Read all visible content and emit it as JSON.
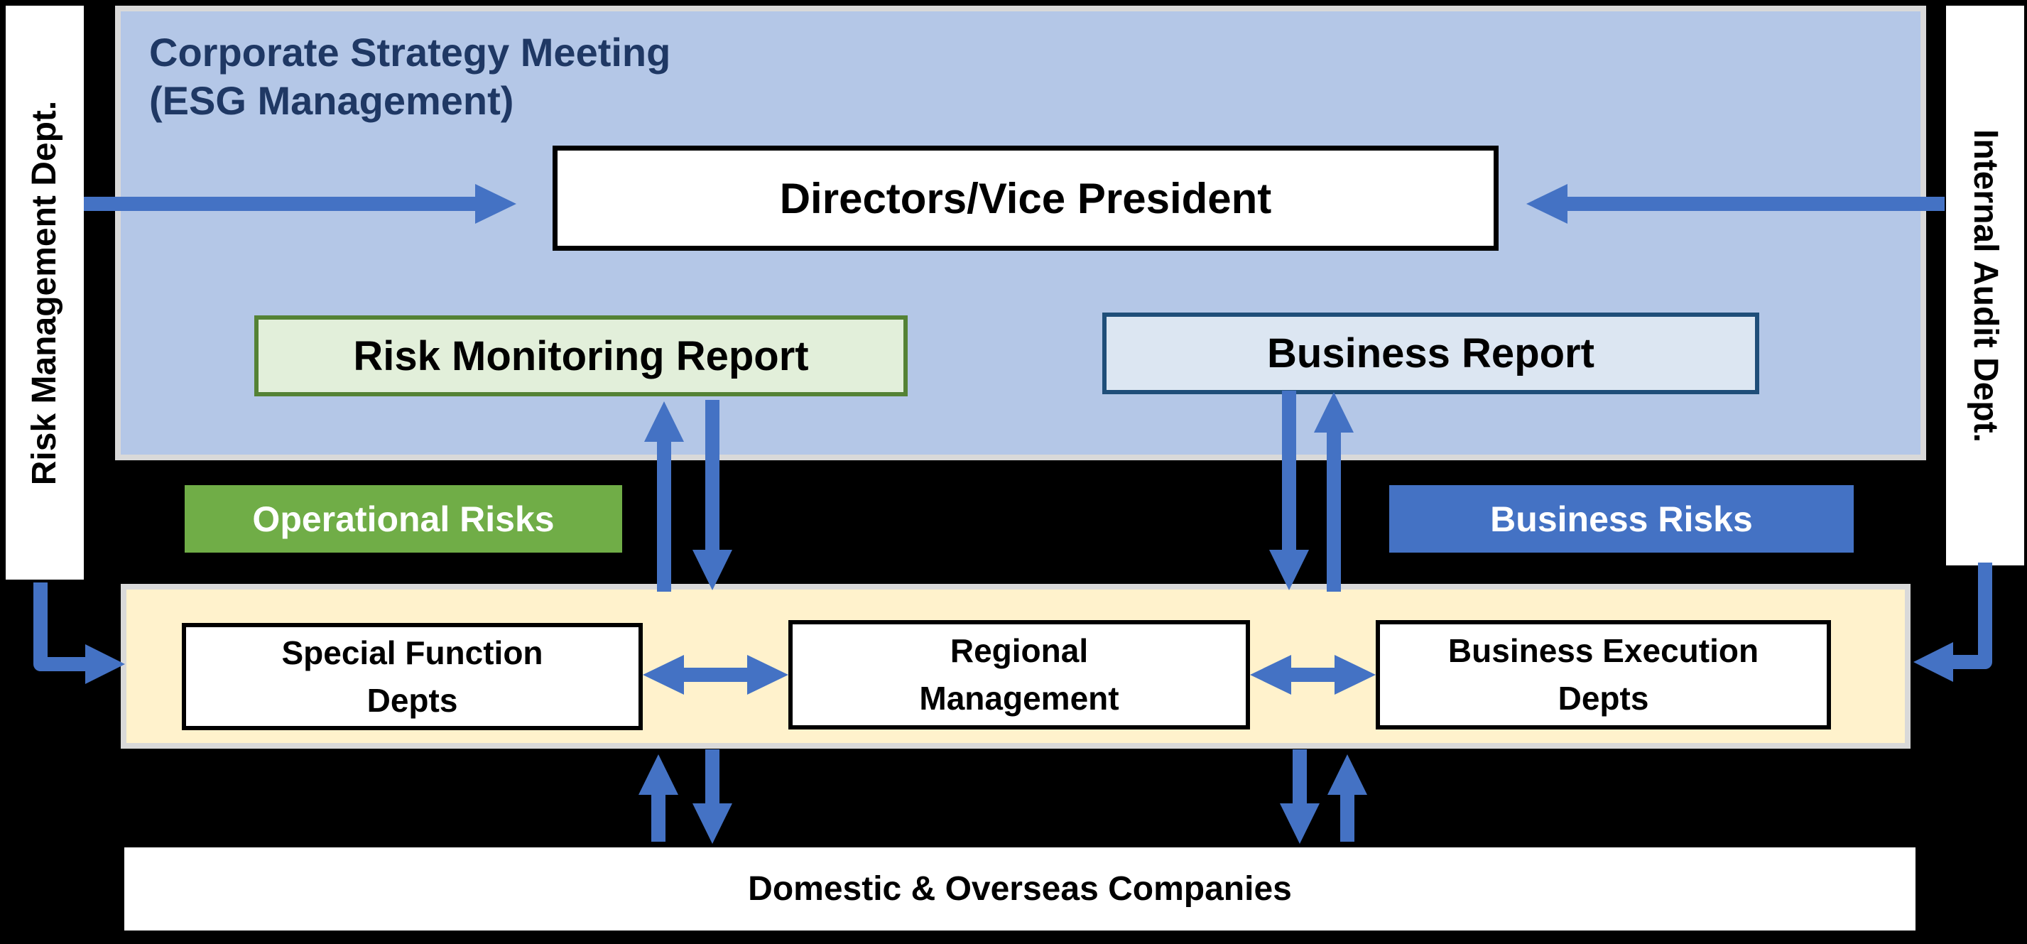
{
  "colors": {
    "background": "#000000",
    "arrow_blue": "#4472C4",
    "panel_blue": "#B4C7E7",
    "panel_border": "#D9D9D9",
    "title_navy": "#1F3864",
    "green_label_bg": "#70AD47",
    "blue_label_bg": "#4472C4",
    "risk_report_bg": "#E2EFDA",
    "risk_report_border": "#548235",
    "business_report_bg": "#DCE6F2",
    "business_report_border": "#1F4E79",
    "yellow_band_bg": "#FFF2CC",
    "yellow_band_border": "#D9D9D9",
    "box_white": "#FFFFFF",
    "text_black": "#000000",
    "text_white": "#FFFFFF"
  },
  "side_labels": {
    "left": "Risk Management Dept.",
    "right": "Internal Audit Dept."
  },
  "strategy_panel": {
    "title_line1": "Corporate Strategy Meeting",
    "title_line2": "(ESG Management)",
    "directors_box": "Directors/Vice President",
    "risk_monitoring_report": "Risk Monitoring Report",
    "business_report": "Business Report"
  },
  "risk_labels": {
    "operational": "Operational Risks",
    "business": "Business Risks"
  },
  "execution_band": {
    "boxes": [
      {
        "line1": "Special Function",
        "line2": "Depts"
      },
      {
        "line1": "Regional",
        "line2": "Management"
      },
      {
        "line1": "Business Execution",
        "line2": "Depts"
      }
    ]
  },
  "bottom_bar": {
    "label": "Domestic & Overseas Companies"
  }
}
